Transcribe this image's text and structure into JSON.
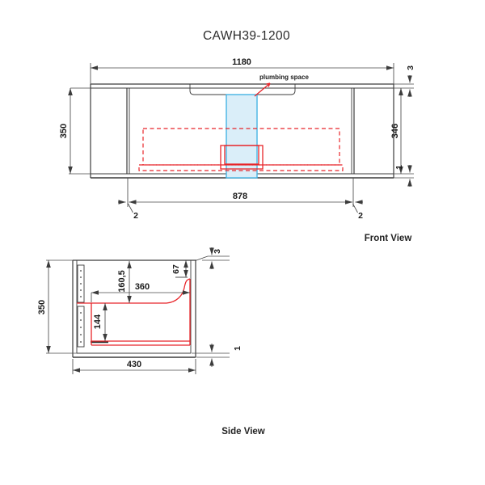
{
  "title": "CAWH39-1200",
  "front_view": {
    "caption": "Front View",
    "plumbing_label": "plumbing space",
    "dims": {
      "overall_width": "1180",
      "overall_height": "350",
      "top_gap": "3",
      "face_height": "346",
      "bottom_gap": "1",
      "drawer_width": "878",
      "left_gap": "2",
      "right_gap": "2"
    }
  },
  "side_view": {
    "caption": "Side View",
    "dims": {
      "overall_height": "350",
      "overall_depth": "430",
      "upper_section_height": "160,5",
      "inner_depth": "360",
      "back_top_height": "67",
      "drawer_inner_height": "144",
      "top_gap": "3",
      "bottom_gap": "1"
    }
  }
}
